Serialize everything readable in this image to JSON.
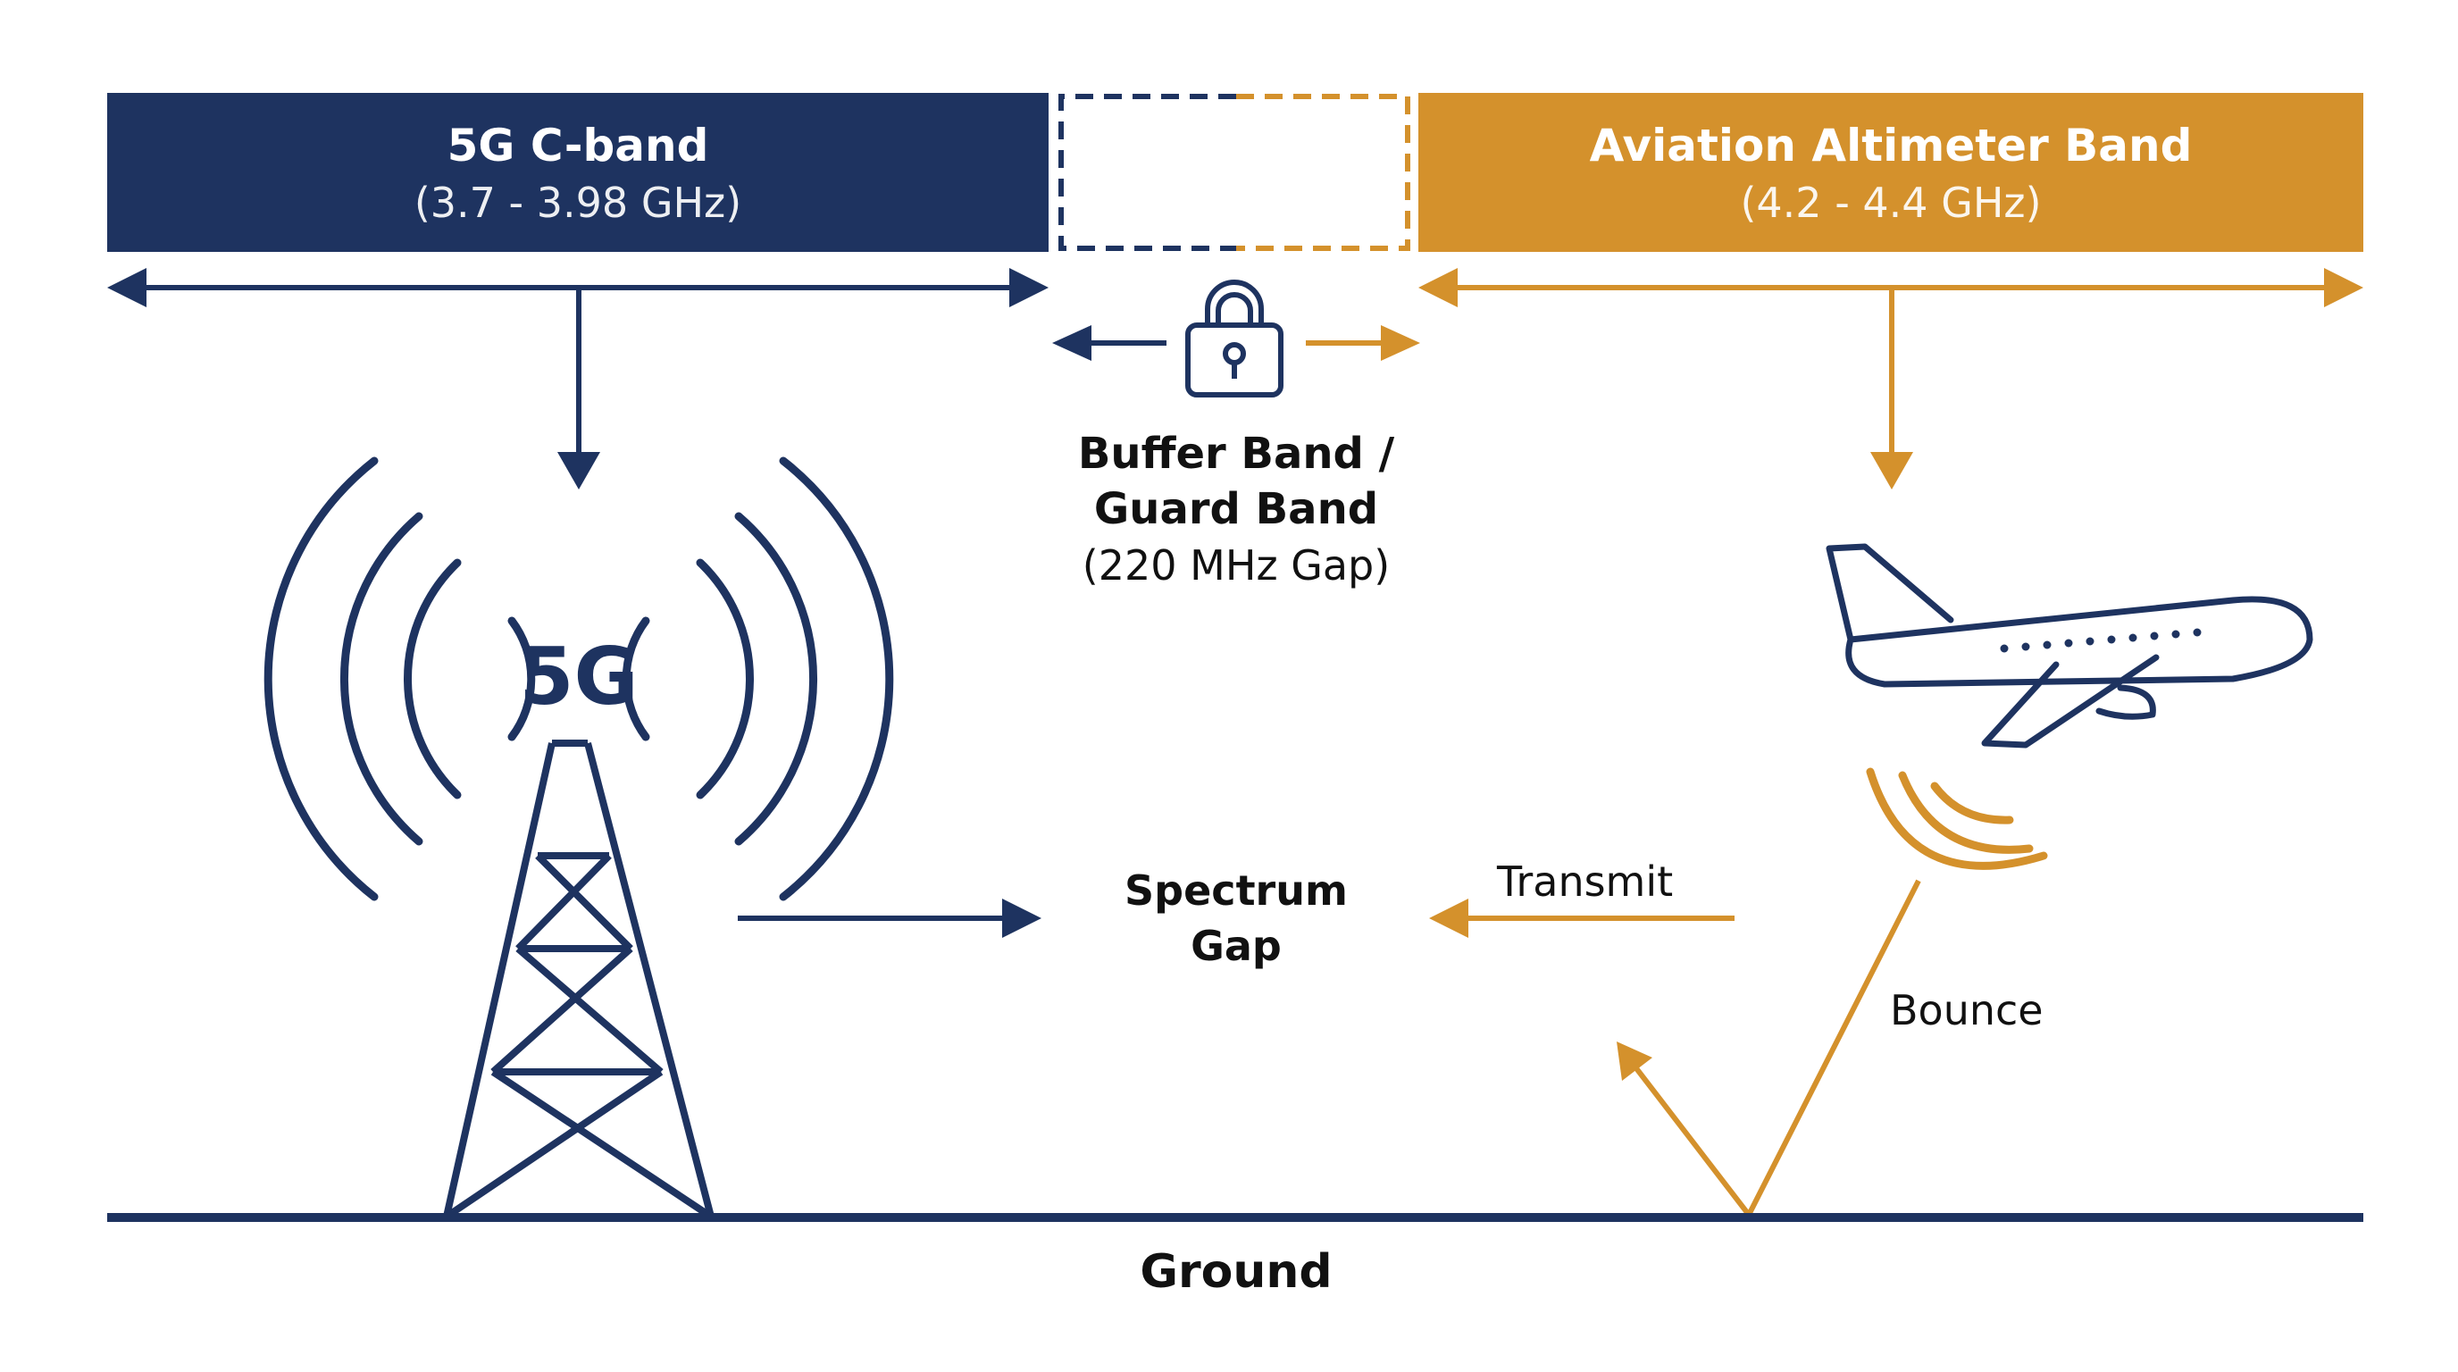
{
  "colors": {
    "navy": "#1e3360",
    "gold": "#d4912c",
    "ink": "#111111"
  },
  "bands": {
    "c_band": {
      "title": "5G C-band",
      "range": "(3.7 - 3.98 GHz)"
    },
    "aviation": {
      "title": "Aviation Altimeter Band",
      "range": "(4.2 - 4.4 GHz)"
    }
  },
  "buffer": {
    "line1": "Buffer Band /",
    "line2": "Guard Band",
    "gap": "(220 MHz Gap)"
  },
  "tower": {
    "badge": "5G"
  },
  "spectrum_gap": {
    "line1": "Spectrum",
    "line2": "Gap"
  },
  "signals": {
    "transmit": "Transmit",
    "bounce": "Bounce"
  },
  "ground": {
    "label": "Ground"
  },
  "icons": [
    "lock-icon",
    "cell-tower-icon",
    "airplane-icon",
    "radar-wave-icon"
  ]
}
